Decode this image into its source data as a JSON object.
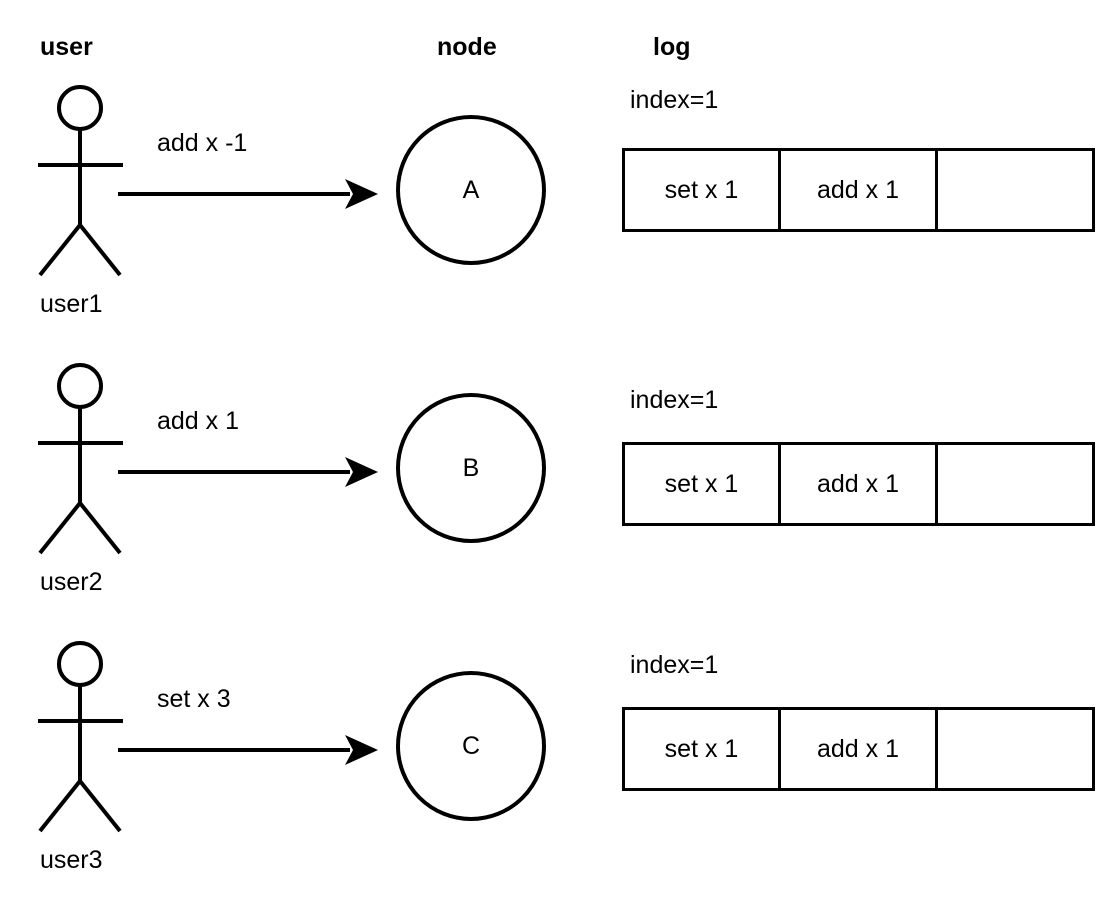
{
  "columns": {
    "user": "user",
    "node": "node",
    "log": "log"
  },
  "colors": {
    "stroke": "#000000",
    "background": "#ffffff",
    "text": "#000000"
  },
  "rows": [
    {
      "actor_label": "user1",
      "message": "add x -1",
      "node_letter": "A",
      "index_label": "index=1",
      "log_entries": [
        "set x 1",
        "add x 1",
        ""
      ]
    },
    {
      "actor_label": "user2",
      "message": "add x 1",
      "node_letter": "B",
      "index_label": "index=1",
      "log_entries": [
        "set x 1",
        "add x 1",
        ""
      ]
    },
    {
      "actor_label": "user3",
      "message": "set x 3",
      "node_letter": "C",
      "index_label": "index=1",
      "log_entries": [
        "set x 1",
        "add x 1",
        ""
      ]
    }
  ]
}
